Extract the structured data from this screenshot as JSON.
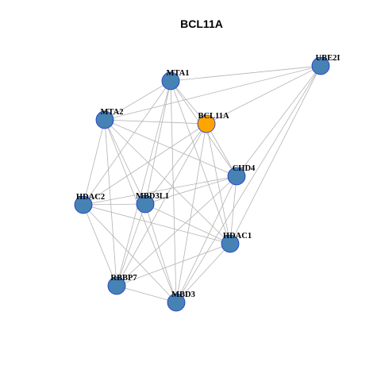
{
  "title": "BCL11A",
  "colors": {
    "focus_node": "#ffa500",
    "default_node": "#4682b4",
    "node_border": "#1a33cc",
    "edge": "#b3b3b3"
  },
  "nodes": [
    {
      "id": "MTA1",
      "label": "MTA1",
      "focus": false
    },
    {
      "id": "UBE2I",
      "label": "UBE2I",
      "focus": false
    },
    {
      "id": "MTA2",
      "label": "MTA2",
      "focus": false
    },
    {
      "id": "BCL11A",
      "label": "BCL11A",
      "focus": true
    },
    {
      "id": "CHD4",
      "label": "CHD4",
      "focus": false
    },
    {
      "id": "HDAC2",
      "label": "HDAC2",
      "focus": false
    },
    {
      "id": "MBD3L1",
      "label": "MBD3L1",
      "focus": false
    },
    {
      "id": "HDAC1",
      "label": "HDAC1",
      "focus": false
    },
    {
      "id": "RBBP7",
      "label": "RBBP7",
      "focus": false
    },
    {
      "id": "MBD3",
      "label": "MBD3",
      "focus": false
    }
  ],
  "edges": [
    [
      "MTA1",
      "UBE2I"
    ],
    [
      "MTA1",
      "MTA2"
    ],
    [
      "MTA1",
      "BCL11A"
    ],
    [
      "MTA1",
      "CHD4"
    ],
    [
      "MTA1",
      "HDAC2"
    ],
    [
      "MTA1",
      "MBD3L1"
    ],
    [
      "MTA1",
      "HDAC1"
    ],
    [
      "MTA1",
      "RBBP7"
    ],
    [
      "MTA1",
      "MBD3"
    ],
    [
      "UBE2I",
      "MTA2"
    ],
    [
      "UBE2I",
      "BCL11A"
    ],
    [
      "UBE2I",
      "CHD4"
    ],
    [
      "UBE2I",
      "HDAC1"
    ],
    [
      "UBE2I",
      "MBD3"
    ],
    [
      "MTA2",
      "BCL11A"
    ],
    [
      "MTA2",
      "CHD4"
    ],
    [
      "MTA2",
      "HDAC2"
    ],
    [
      "MTA2",
      "MBD3L1"
    ],
    [
      "MTA2",
      "HDAC1"
    ],
    [
      "MTA2",
      "RBBP7"
    ],
    [
      "MTA2",
      "MBD3"
    ],
    [
      "BCL11A",
      "CHD4"
    ],
    [
      "BCL11A",
      "HDAC2"
    ],
    [
      "BCL11A",
      "MBD3L1"
    ],
    [
      "BCL11A",
      "HDAC1"
    ],
    [
      "BCL11A",
      "RBBP7"
    ],
    [
      "BCL11A",
      "MBD3"
    ],
    [
      "CHD4",
      "HDAC2"
    ],
    [
      "CHD4",
      "MBD3L1"
    ],
    [
      "CHD4",
      "HDAC1"
    ],
    [
      "CHD4",
      "RBBP7"
    ],
    [
      "CHD4",
      "MBD3"
    ],
    [
      "HDAC2",
      "MBD3L1"
    ],
    [
      "HDAC2",
      "HDAC1"
    ],
    [
      "HDAC2",
      "RBBP7"
    ],
    [
      "HDAC2",
      "MBD3"
    ],
    [
      "MBD3L1",
      "HDAC1"
    ],
    [
      "MBD3L1",
      "RBBP7"
    ],
    [
      "MBD3L1",
      "MBD3"
    ],
    [
      "HDAC1",
      "RBBP7"
    ],
    [
      "HDAC1",
      "MBD3"
    ],
    [
      "RBBP7",
      "MBD3"
    ]
  ]
}
